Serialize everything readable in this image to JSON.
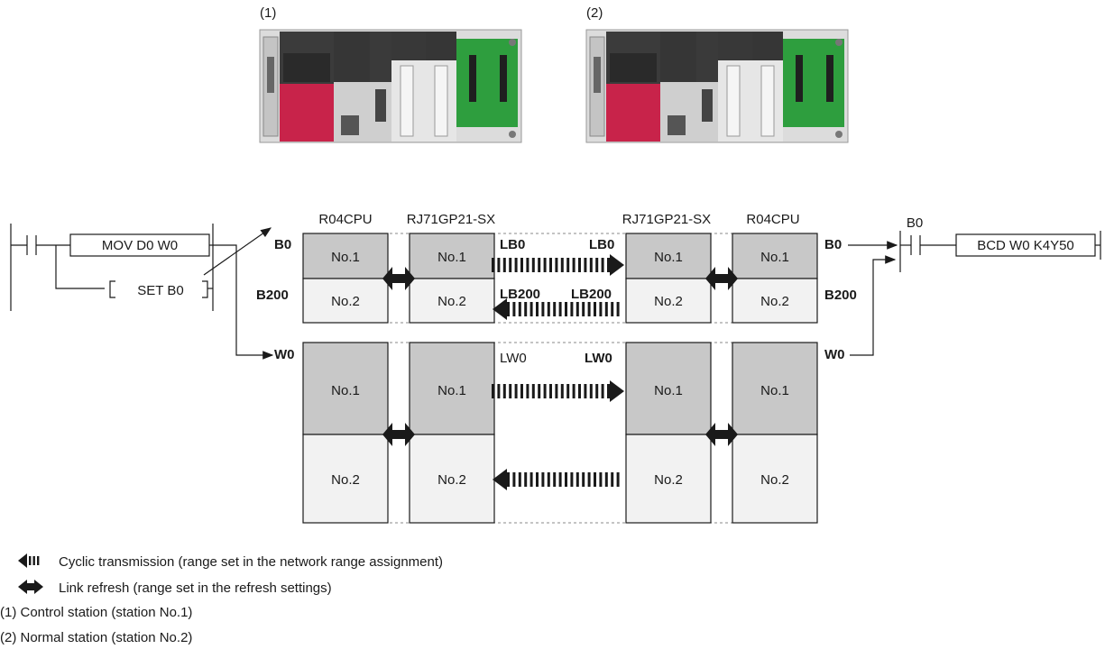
{
  "modules": [
    {
      "tag": "(1)"
    },
    {
      "tag": "(2)"
    }
  ],
  "ladder_left": {
    "mov_instruction": "MOV  D0  W0",
    "set_instruction": "SET   B0"
  },
  "ladder_right": {
    "contact_label": "B0",
    "bcd_instruction": "BCD W0 K4Y50"
  },
  "columns": {
    "cpu1": "R04CPU",
    "net1": "RJ71GP21-SX",
    "net2": "RJ71GP21-SX",
    "cpu2": "R04CPU"
  },
  "cell_labels": {
    "no1": "No.1",
    "no2": "No.2"
  },
  "device_labels": {
    "b0_left": "B0",
    "b200_left": "B200",
    "w0_left": "W0",
    "b0_right": "B0",
    "b200_right": "B200",
    "w0_right": "W0"
  },
  "link_labels": {
    "lb0_a": "LB0",
    "lb0_b": "LB0",
    "lb200_a": "LB200",
    "lb200_b": "LB200",
    "lw0_a": "LW0",
    "lw0_b": "LW0"
  },
  "legend": {
    "cyclic": "Cyclic transmission (range set in the network range assignment)",
    "refresh": "Link refresh (range set in the refresh settings)",
    "note1": "(1) Control station (station No.1)",
    "note2": "(2) Normal station (station No.2)"
  },
  "colors": {
    "cell_dark": "#c8c8c8",
    "cell_light": "#f2f2f2",
    "cpu_red": "#c8234a",
    "board_green": "#2e9e3e",
    "arrow": "#1a1a1a"
  }
}
